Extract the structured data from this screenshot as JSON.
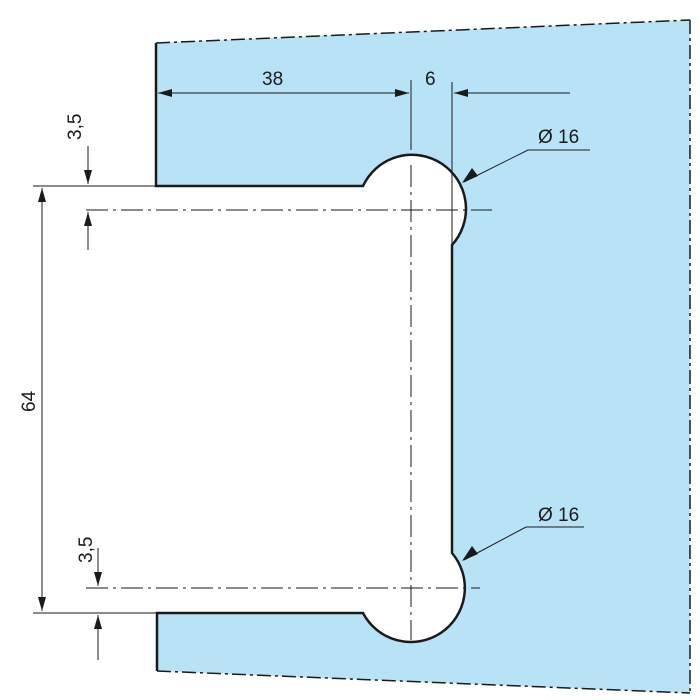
{
  "colors": {
    "fill": "#b8e3f7",
    "line": "#1a1a1a"
  },
  "dimensions": {
    "width_38": "38",
    "width_6": "6",
    "diameter_top": "Ø 16",
    "diameter_bottom": "Ø 16",
    "offset_top": "3,5",
    "offset_bottom": "3,5",
    "height_64": "64"
  }
}
